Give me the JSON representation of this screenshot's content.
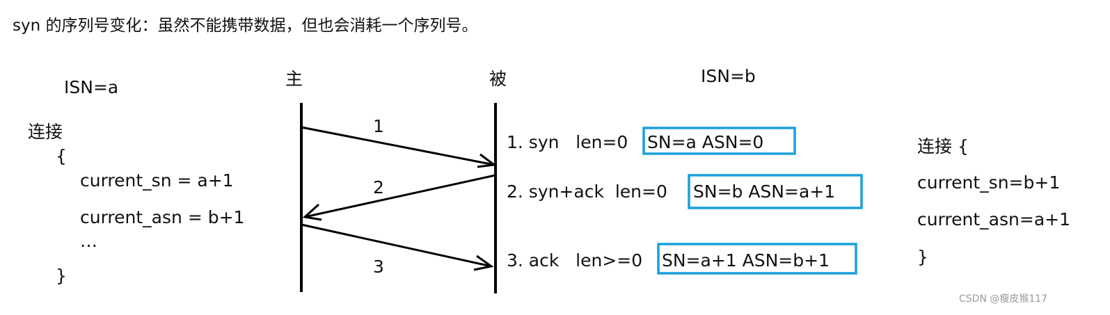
{
  "title": "syn 的序列号变化：虽然不能携带数据，但也会消耗一个序列号。",
  "left": {
    "isn": "ISN=a",
    "conn_label": "连接",
    "open_brace": "{",
    "current_sn": "current_sn = a+1",
    "current_asn": "current_asn = b+1",
    "ellipsis": "…",
    "close_brace": "}"
  },
  "actors": {
    "active": "主",
    "passive": "被"
  },
  "right_isn": "ISN=b",
  "arrows": [
    {
      "label": "1",
      "step": "1. syn   len=0",
      "box": "SN=a ASN=0"
    },
    {
      "label": "2",
      "step": "2. syn+ack  len=0",
      "box": "SN=b ASN=a+1"
    },
    {
      "label": "3",
      "step": "3. ack   len>=0",
      "box": "SN=a+1 ASN=b+1"
    }
  ],
  "right": {
    "conn_label": "连接 {",
    "current_sn": "current_sn=b+1",
    "current_asn": "current_asn=a+1",
    "close_brace": "}"
  },
  "watermark": "CSDN @瘦皮猴117",
  "colors": {
    "highlight_box": "#1a9fdc"
  }
}
